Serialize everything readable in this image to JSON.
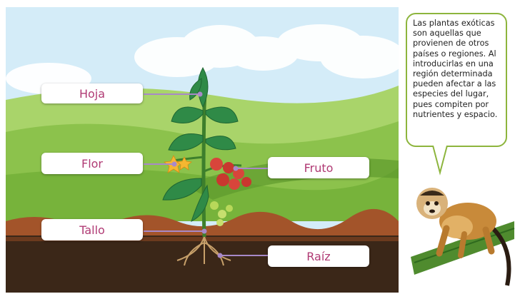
{
  "labels": {
    "hoja": "Hoja",
    "flor": "Flor",
    "tallo": "Tallo",
    "fruto": "Fruto",
    "raiz": "Raíz"
  },
  "callout": {
    "text": "Las plantas exóticas son aquellas que provienen de otros países o regiones. Al introducirlas en una región determinada pueden afectar a las especies del lugar, pues compiten por nutrientes y espacio."
  },
  "colors": {
    "label_text": "#b03a74",
    "connector": "#a889c8",
    "callout_border": "#8db53d",
    "sky": "#cfe9f7",
    "grass": "#8bc34a",
    "soil": "#3e2a1f"
  }
}
